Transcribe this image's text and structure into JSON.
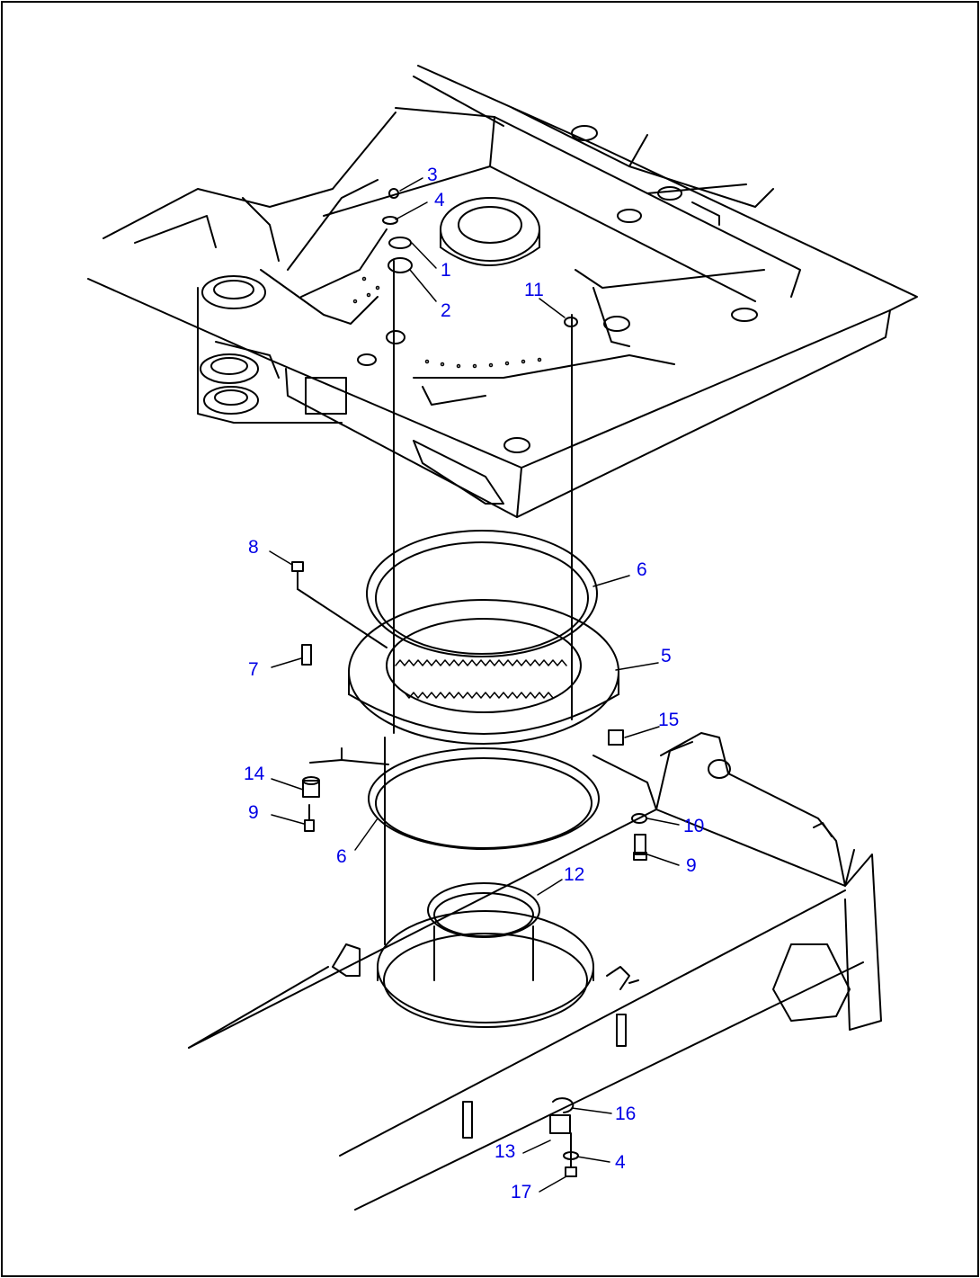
{
  "diagram": {
    "labels": [
      {
        "id": "callout-3",
        "text": "3"
      },
      {
        "id": "callout-4-top",
        "text": "4"
      },
      {
        "id": "callout-1",
        "text": "1"
      },
      {
        "id": "callout-2",
        "text": "2"
      },
      {
        "id": "callout-11",
        "text": "11"
      },
      {
        "id": "callout-8",
        "text": "8"
      },
      {
        "id": "callout-6-top",
        "text": "6"
      },
      {
        "id": "callout-5",
        "text": "5"
      },
      {
        "id": "callout-7",
        "text": "7"
      },
      {
        "id": "callout-15",
        "text": "15"
      },
      {
        "id": "callout-14",
        "text": "14"
      },
      {
        "id": "callout-9-left",
        "text": "9"
      },
      {
        "id": "callout-10",
        "text": "10"
      },
      {
        "id": "callout-9-right",
        "text": "9"
      },
      {
        "id": "callout-6-bottom",
        "text": "6"
      },
      {
        "id": "callout-12",
        "text": "12"
      },
      {
        "id": "callout-16",
        "text": "16"
      },
      {
        "id": "callout-13",
        "text": "13"
      },
      {
        "id": "callout-4-bottom",
        "text": "4"
      },
      {
        "id": "callout-17",
        "text": "17"
      }
    ],
    "colors": {
      "callout": "#0000e6",
      "line": "#000000",
      "background": "#ffffff"
    }
  }
}
